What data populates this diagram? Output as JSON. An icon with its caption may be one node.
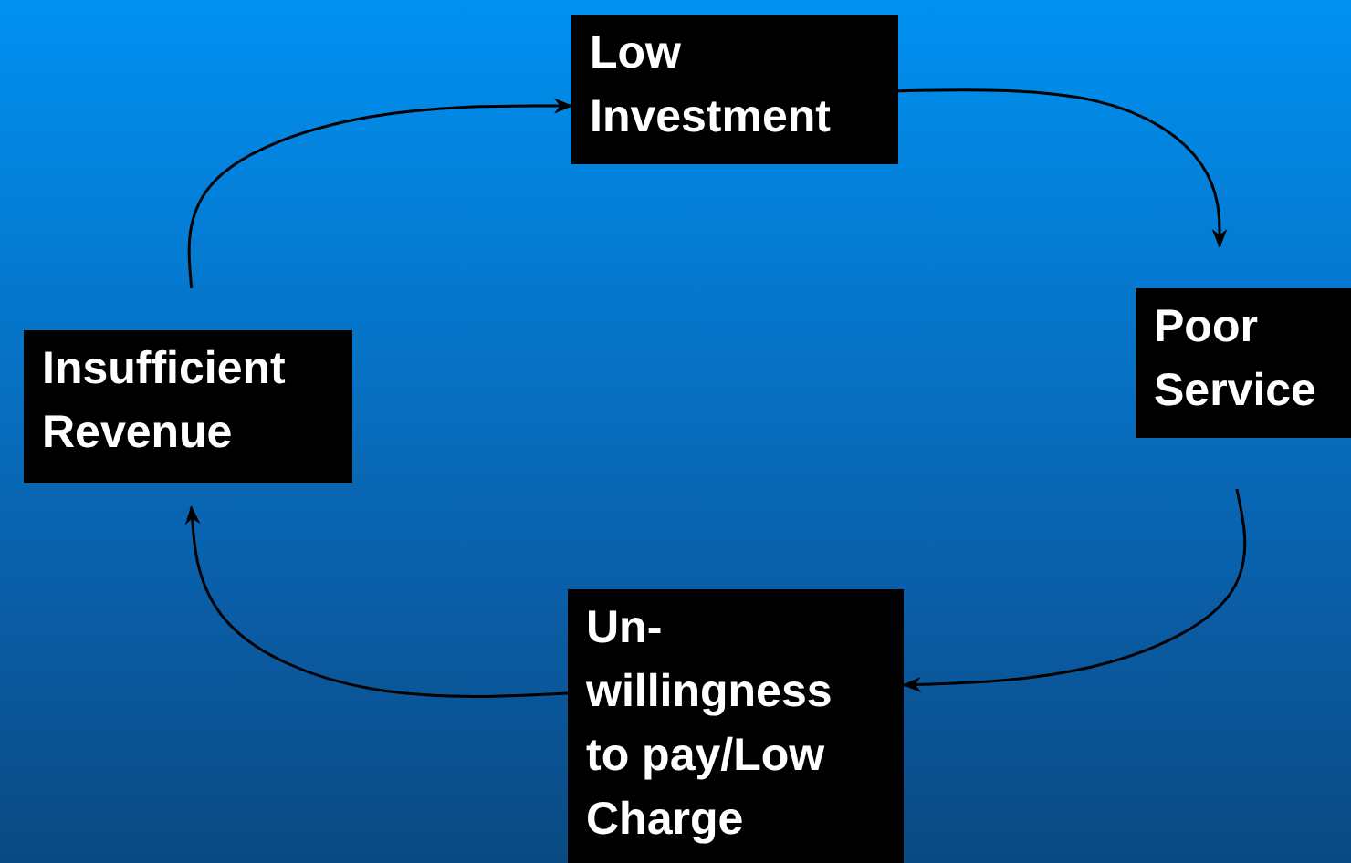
{
  "diagram": {
    "nodes": [
      {
        "text": [
          "Low Investment"
        ]
      },
      {
        "text": [
          "Poor Service"
        ]
      },
      {
        "text": [
          "Un- willingness to pay/Low Charge"
        ]
      },
      {
        "text": [
          "Insufficient Revenue"
        ]
      }
    ],
    "edges": [
      {
        "from": 0,
        "to": 1,
        "arrow": "to"
      },
      {
        "from": 1,
        "to": 2,
        "arrow": "to"
      },
      {
        "from": 2,
        "to": 3,
        "arrow": "to"
      },
      {
        "from": 3,
        "to": 0,
        "arrow": "to"
      }
    ]
  }
}
